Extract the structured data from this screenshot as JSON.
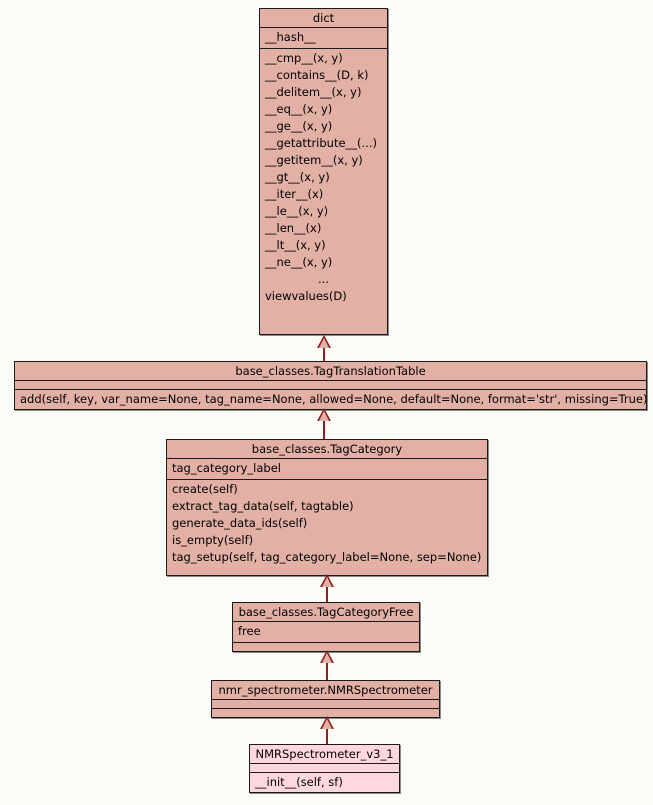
{
  "diagram": {
    "type": "uml-class-inheritance",
    "title": "NMRSpectrometer_v3_1 class hierarchy",
    "background_color": "#fcfcf7",
    "class_fill_color": "#e2b0a4",
    "highlight_fill_color": "#ffd7de",
    "border_color": "#1a1a1a",
    "connector_color": "#8c2020",
    "relationship": "generalization"
  },
  "classes": [
    {
      "id": "dict",
      "name": "dict",
      "attributes": [
        "__hash__"
      ],
      "methods": [
        "__cmp__(x, y)",
        "__contains__(D, k)",
        "__delitem__(x, y)",
        "__eq__(x, y)",
        "__ge__(x, y)",
        "__getattribute__(...)",
        "__getitem__(x, y)",
        "__gt__(x, y)",
        "__iter__(x)",
        "__le__(x, y)",
        "__len__(x)",
        "__lt__(x, y)",
        "__ne__(x, y)",
        "...",
        "viewvalues(D)"
      ]
    },
    {
      "id": "tag-translation-table",
      "name": "base_classes.TagTranslationTable",
      "attributes": [],
      "methods": [
        "add(self, key, var_name=None, tag_name=None, allowed=None, default=None, format='str', missing=True)"
      ]
    },
    {
      "id": "tag-category",
      "name": "base_classes.TagCategory",
      "attributes": [
        "tag_category_label"
      ],
      "methods": [
        "create(self)",
        "extract_tag_data(self, tagtable)",
        "generate_data_ids(self)",
        "is_empty(self)",
        "tag_setup(self, tag_category_label=None, sep=None)"
      ]
    },
    {
      "id": "tag-category-free",
      "name": "base_classes.TagCategoryFree",
      "attributes": [
        "free"
      ],
      "methods": []
    },
    {
      "id": "nmr-spectrometer",
      "name": "nmr_spectrometer.NMRSpectrometer",
      "attributes": [],
      "methods": []
    },
    {
      "id": "nmr-spectrometer-v3-1",
      "name": "NMRSpectrometer_v3_1",
      "attributes": [],
      "methods": [
        "__init__(self, sf)"
      ]
    }
  ],
  "edges": [
    {
      "from": "tag-translation-table",
      "to": "dict"
    },
    {
      "from": "tag-category",
      "to": "tag-translation-table"
    },
    {
      "from": "tag-category-free",
      "to": "tag-category"
    },
    {
      "from": "nmr-spectrometer",
      "to": "tag-category-free"
    },
    {
      "from": "nmr-spectrometer-v3-1",
      "to": "nmr-spectrometer"
    }
  ]
}
